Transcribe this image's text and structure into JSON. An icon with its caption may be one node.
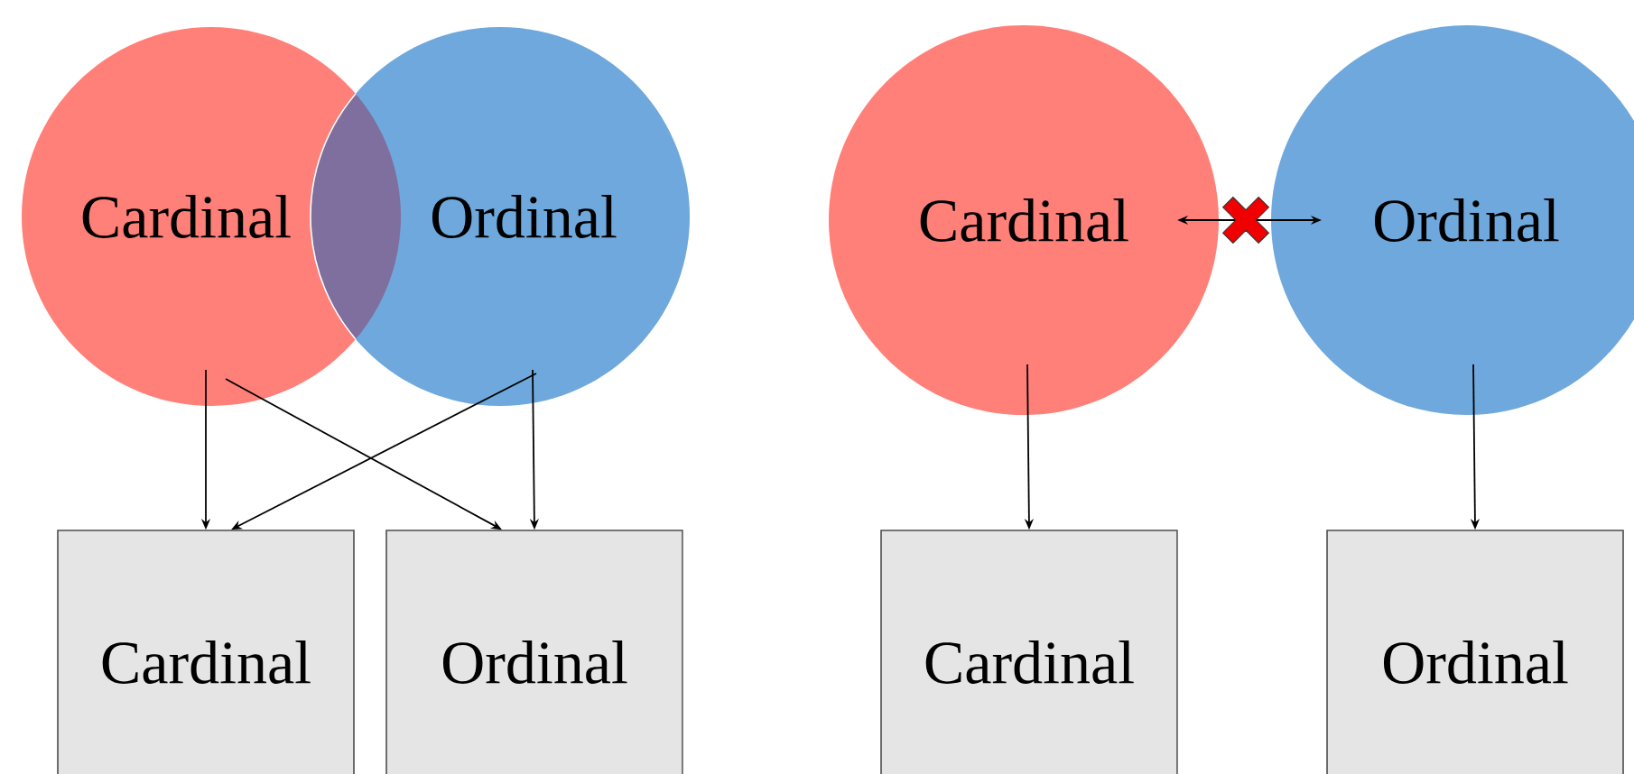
{
  "diagram": {
    "nodes": [
      {
        "text": [
          "Cardinal"
        ]
      },
      {
        "text": [
          "Ordinal"
        ]
      },
      {
        "text": [
          "Cardinal"
        ]
      },
      {
        "text": [
          "Ordinal"
        ]
      },
      {
        "text": [
          "Cardinal"
        ]
      },
      {
        "text": [
          "Ordinal"
        ]
      },
      {
        "text": [
          "Cardinal"
        ]
      },
      {
        "text": [
          "Ordinal"
        ]
      }
    ],
    "edges": [
      {
        "from": 0,
        "to": 2,
        "arrow": "to"
      },
      {
        "from": 0,
        "to": 3,
        "arrow": "to"
      },
      {
        "from": 1,
        "to": 2,
        "arrow": "to"
      },
      {
        "from": 1,
        "to": 3,
        "arrow": "to"
      },
      {
        "from": 4,
        "to": 5,
        "arrow": "both"
      },
      {
        "from": 4,
        "to": 6,
        "arrow": "to"
      },
      {
        "from": 5,
        "to": 7,
        "arrow": "to"
      }
    ]
  }
}
